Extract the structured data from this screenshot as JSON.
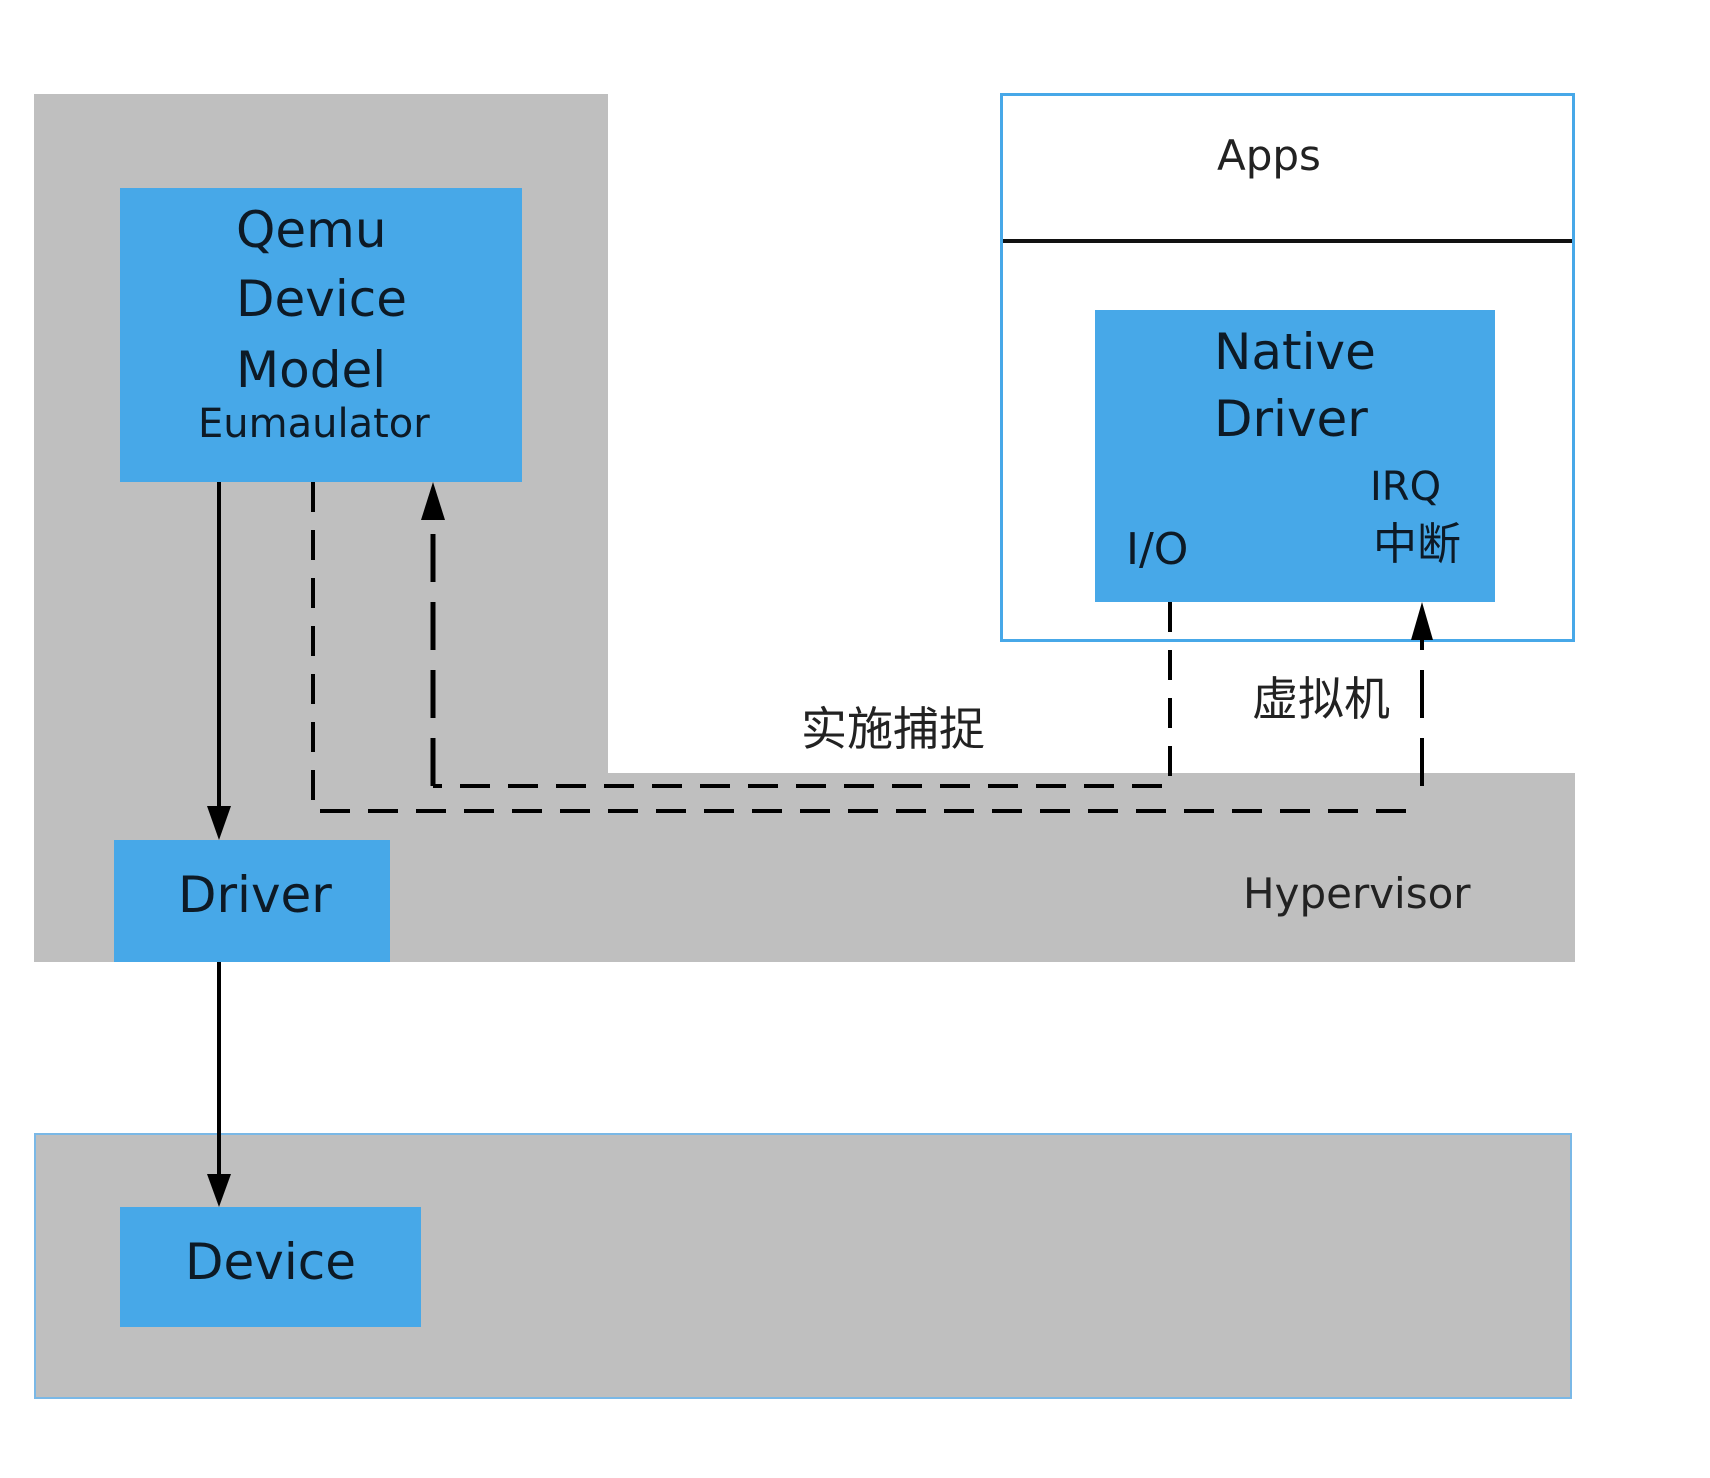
{
  "diagram": {
    "qemu_box": {
      "lines": [
        "Qemu",
        "Device",
        "Model"
      ],
      "subtitle": "Eumaulator"
    },
    "host_driver": {
      "label": "Driver"
    },
    "hypervisor": {
      "label": "Hypervisor"
    },
    "device": {
      "label": "Device"
    },
    "vm": {
      "apps_label": "Apps",
      "native_driver": {
        "lines": [
          "Native",
          "Driver"
        ],
        "io_label": "I/O",
        "irq_label": "IRQ",
        "irq_cn_label": "中断"
      }
    },
    "annotations": {
      "trap_label": "实施捕捉",
      "vm_label": "虚拟机"
    },
    "colors": {
      "block_blue": "#47a8e8",
      "layer_gray": "#bfbfbf",
      "vm_border": "#47a8e8",
      "line": "#000000"
    }
  }
}
